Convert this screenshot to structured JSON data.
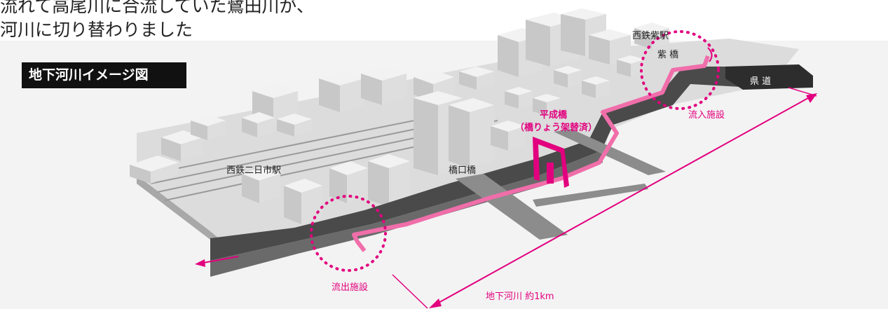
{
  "intro": {
    "line1": "流れて高尾川に合流していた鷺田川が、",
    "line2": "河川に切り替わりました"
  },
  "diagram": {
    "title": "地下河川イメージ図",
    "labels": {
      "station_nishitetsu_murasaki": "西鉄紫駅",
      "bridge_murasaki": "紫 橋",
      "prefectural_road": "県 道",
      "inflow_facility": "流入施設",
      "heisei_bridge_line1": "平成橋",
      "heisei_bridge_line2": "（橋りょう架替済）",
      "station_futsukaichi": "西鉄二日市駅",
      "bridge_hashiguchi": "橋口橋",
      "outflow_facility": "流出施設",
      "underground_river_length": "地下河川 約1km"
    }
  },
  "colors": {
    "accent_magenta": "#e2007e",
    "river_pink": "#f06eaa",
    "building_light": "#ececec",
    "building_shade": "#bdbdbd",
    "channel_dark": "#444444"
  }
}
